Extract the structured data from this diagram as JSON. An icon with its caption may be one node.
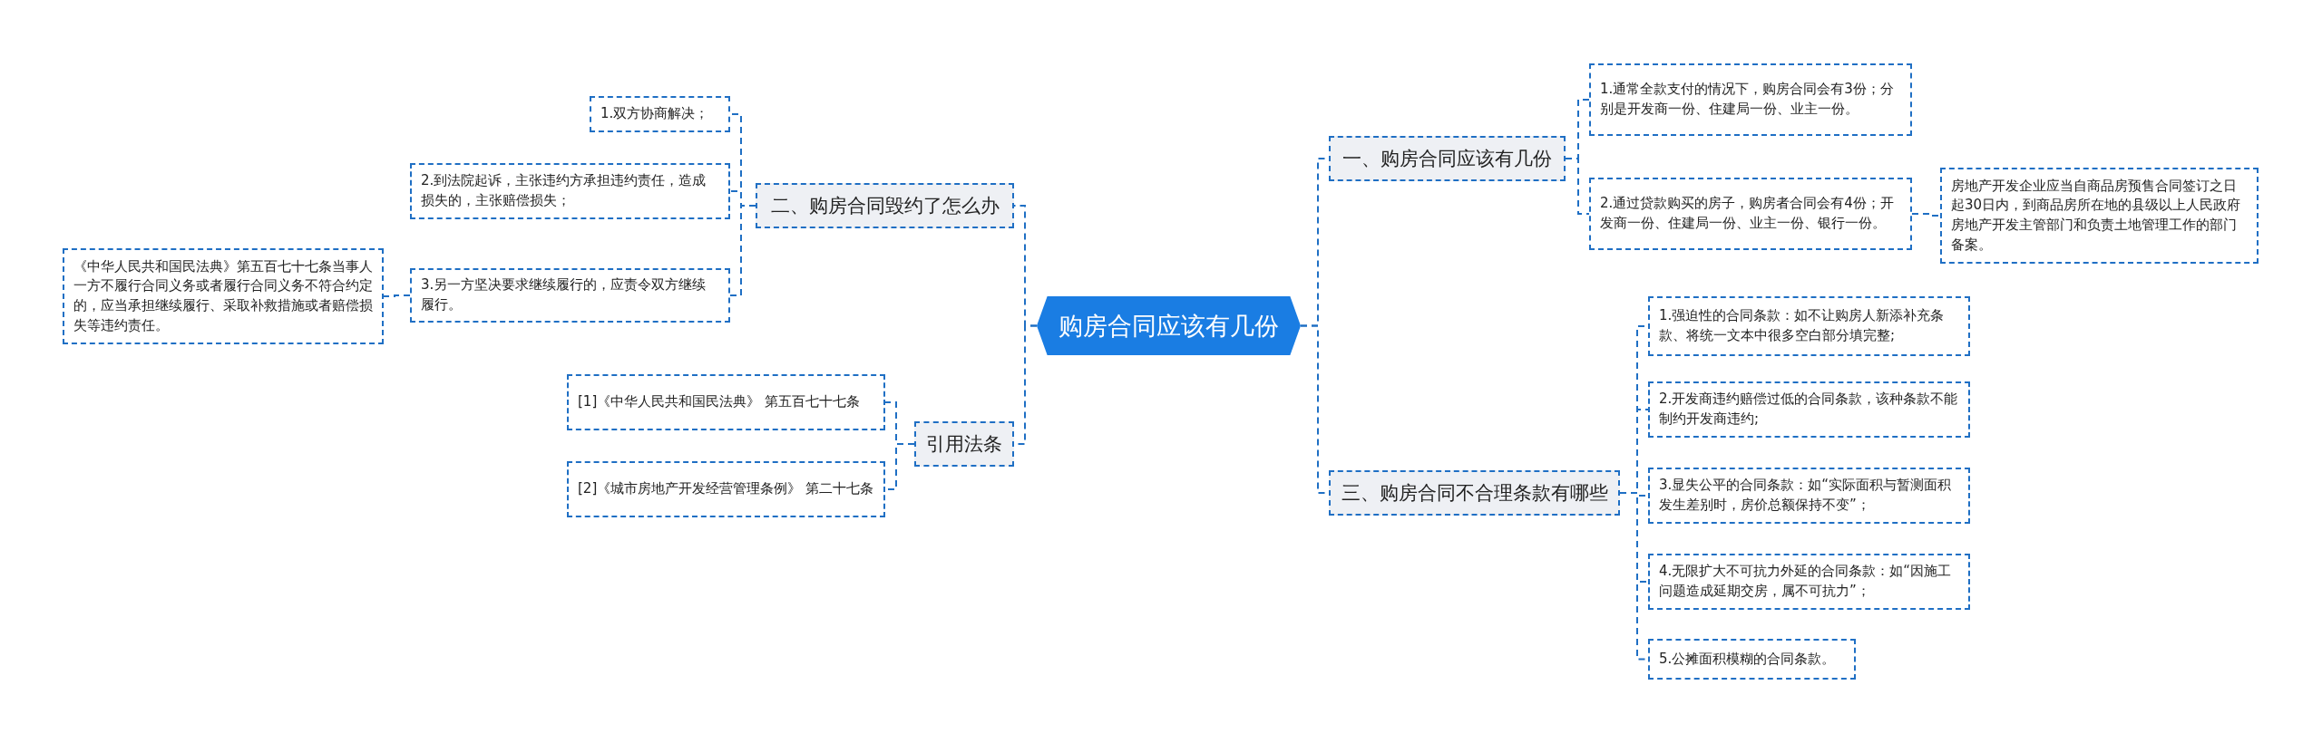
{
  "diagram": {
    "nodes": [
      {
        "text": [
          "购房合同应该有几份"
        ]
      },
      {
        "text": [
          "一、购房合同应该有几份"
        ]
      },
      {
        "text": [
          "1.通常全款支付的情况下，购房合同会有3份；分别是开发商一份、住建局一份、业主一份。"
        ]
      },
      {
        "text": [
          "2.通过贷款购买的房子，购房者合同会有4份；开发商一份、住建局一份、业主一份、银行一份。"
        ]
      },
      {
        "text": [
          "房地产开发企业应当自商品房预售合同签订之日起30日内，到商品房所在地的县级以上人民政府房地产开发主管部门和负责土地管理工作的部门备案。"
        ]
      },
      {
        "text": [
          "三、购房合同不合理条款有哪些"
        ]
      },
      {
        "text": [
          "1.强迫性的合同条款：如不让购房人新添补充条款、将统一文本中很多空白部分填完整;"
        ]
      },
      {
        "text": [
          "2.开发商违约赔偿过低的合同条款，该种条款不能制约开发商违约;"
        ]
      },
      {
        "text": [
          "3.显失公平的合同条款：如“实际面积与暂测面积发生差别时，房价总额保持不变”；"
        ]
      },
      {
        "text": [
          "4.无限扩大不可抗力外延的合同条款：如“因施工问题造成延期交房，属不可抗力”；"
        ]
      },
      {
        "text": [
          "5.公摊面积模糊的合同条款。"
        ]
      },
      {
        "text": [
          "二、购房合同毁约了怎么办"
        ]
      },
      {
        "text": [
          "1.双方协商解决；"
        ]
      },
      {
        "text": [
          "2.到法院起诉，主张违约方承担违约责任，造成损失的，主张赔偿损失；"
        ]
      },
      {
        "text": [
          "3.另一方坚决要求继续履行的，应责令双方继续履行。"
        ]
      },
      {
        "text": [
          "《中华人民共和国民法典》第五百七十七条当事人一方不履行合同义务或者履行合同义务不符合约定的，应当承担继续履行、采取补救措施或者赔偿损失等违约责任。"
        ]
      },
      {
        "text": [
          "引用法条"
        ]
      },
      {
        "text": [
          "[1]《中华人民共和国民法典》 第五百七十七条"
        ]
      },
      {
        "text": [
          "[2]《城市房地产开发经营管理条例》 第二十七条"
        ]
      }
    ],
    "edges": [
      {
        "from": 0,
        "to": 1,
        "arrow": "none"
      },
      {
        "from": 1,
        "to": 2,
        "arrow": "none"
      },
      {
        "from": 1,
        "to": 3,
        "arrow": "none"
      },
      {
        "from": 3,
        "to": 4,
        "arrow": "none"
      },
      {
        "from": 0,
        "to": 5,
        "arrow": "none"
      },
      {
        "from": 5,
        "to": 6,
        "arrow": "none"
      },
      {
        "from": 5,
        "to": 7,
        "arrow": "none"
      },
      {
        "from": 5,
        "to": 8,
        "arrow": "none"
      },
      {
        "from": 5,
        "to": 9,
        "arrow": "none"
      },
      {
        "from": 5,
        "to": 10,
        "arrow": "none"
      },
      {
        "from": 0,
        "to": 11,
        "arrow": "none"
      },
      {
        "from": 11,
        "to": 12,
        "arrow": "none"
      },
      {
        "from": 11,
        "to": 13,
        "arrow": "none"
      },
      {
        "from": 11,
        "to": 14,
        "arrow": "none"
      },
      {
        "from": 14,
        "to": 15,
        "arrow": "none"
      },
      {
        "from": 0,
        "to": 16,
        "arrow": "none"
      },
      {
        "from": 16,
        "to": 17,
        "arrow": "none"
      },
      {
        "from": 16,
        "to": 18,
        "arrow": "none"
      }
    ]
  }
}
